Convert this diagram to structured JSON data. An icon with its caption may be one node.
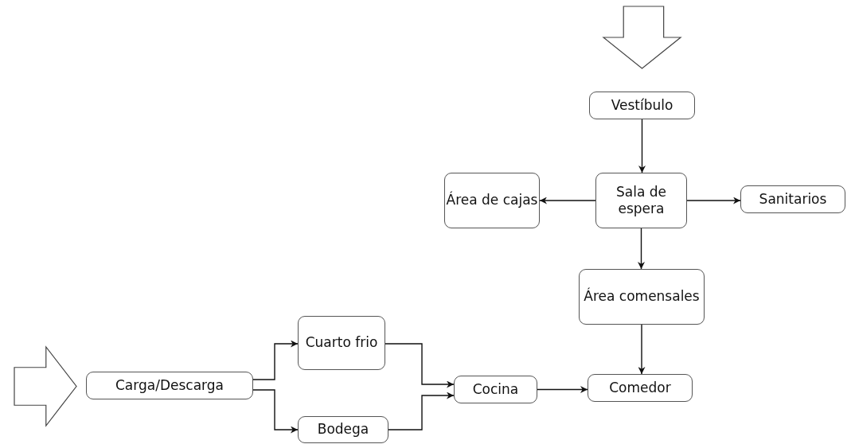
{
  "diagram": {
    "nodes": [
      {
        "text": [],
        "shape": "arrow"
      },
      {
        "text": [
          "Vestíbulo"
        ]
      },
      {
        "text": [
          "Área de cajas"
        ]
      },
      {
        "text": [
          "Sala de espera"
        ]
      },
      {
        "text": [
          "Sanitarios"
        ]
      },
      {
        "text": [
          "Área comensales"
        ]
      },
      {
        "text": [
          "Cuarto frio"
        ]
      },
      {
        "text": [],
        "shape": "arrow"
      },
      {
        "text": [
          "Carga/Descarga"
        ]
      },
      {
        "text": [
          "Cocina"
        ]
      },
      {
        "text": [
          "Comedor"
        ]
      },
      {
        "text": [
          "Bodega"
        ]
      }
    ],
    "edges": [
      {
        "from": 1,
        "to": 3,
        "arrow": "to"
      },
      {
        "from": 3,
        "to": 2,
        "arrow": "to"
      },
      {
        "from": 3,
        "to": 4,
        "arrow": "to"
      },
      {
        "from": 3,
        "to": 5,
        "arrow": "to"
      },
      {
        "from": 5,
        "to": 10,
        "arrow": "to"
      },
      {
        "from": 8,
        "to": 6,
        "arrow": "to"
      },
      {
        "from": 8,
        "to": 11,
        "arrow": "to"
      },
      {
        "from": 6,
        "to": 9,
        "arrow": "to"
      },
      {
        "from": 11,
        "to": 9,
        "arrow": "to"
      },
      {
        "from": 9,
        "to": 10,
        "arrow": "to"
      }
    ]
  }
}
